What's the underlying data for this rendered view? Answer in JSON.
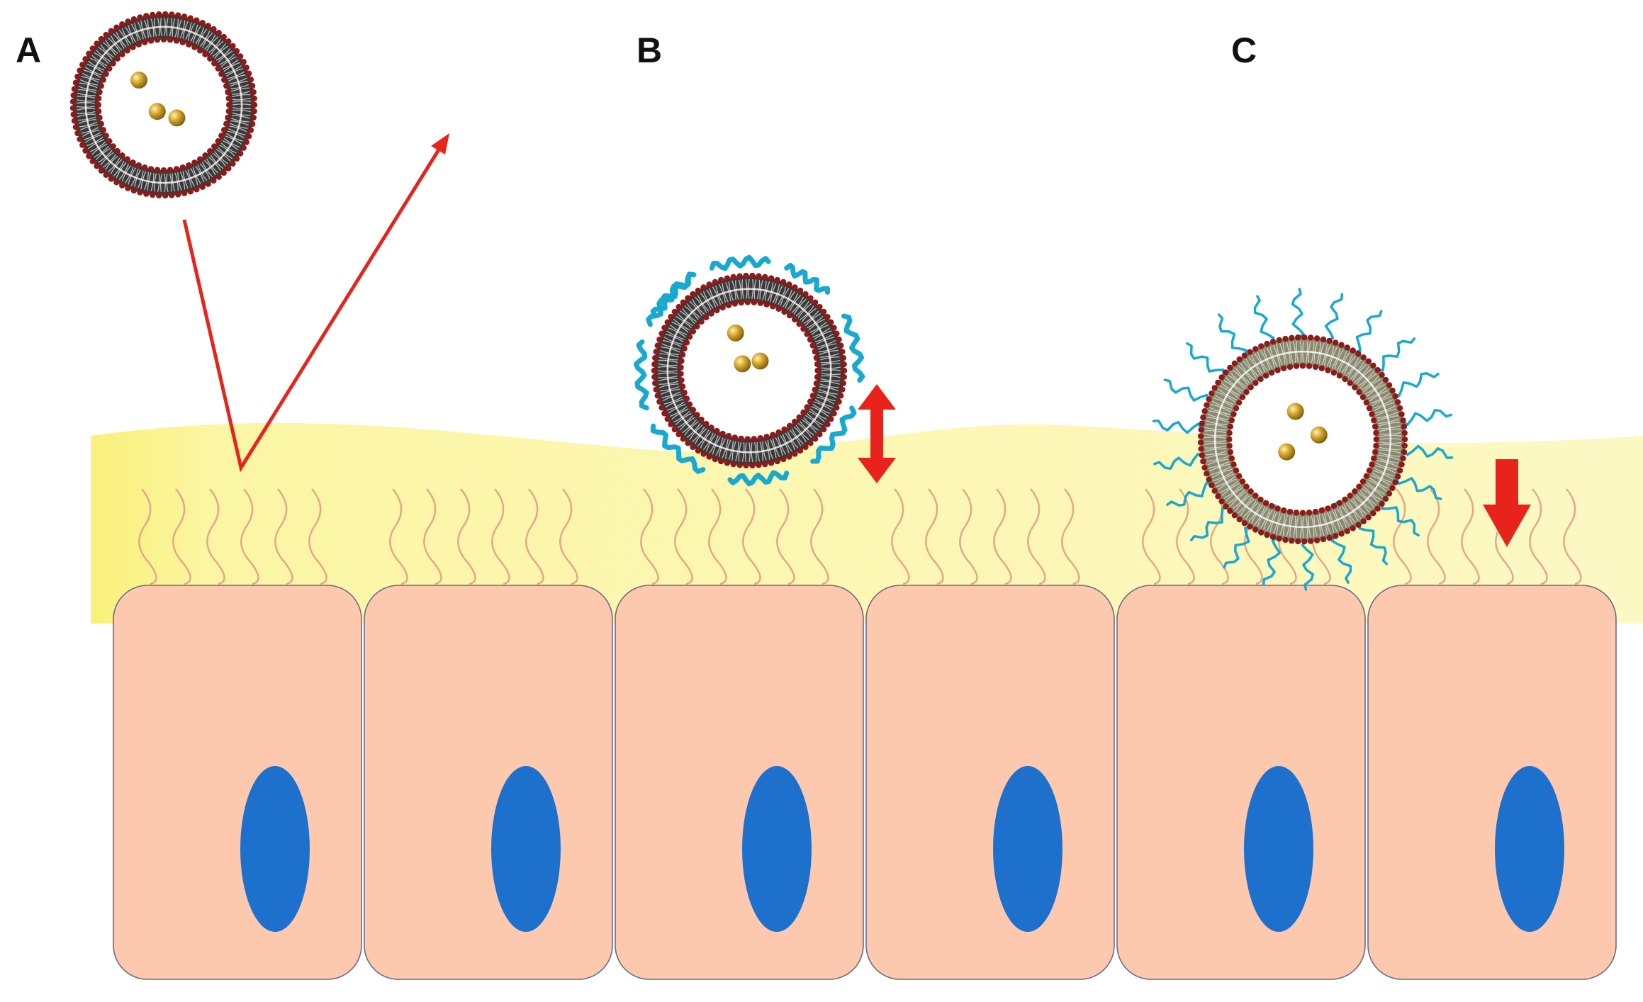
{
  "panels": [
    {
      "id": "A",
      "label": "A"
    },
    {
      "id": "B",
      "label": "B"
    },
    {
      "id": "C",
      "label": "C"
    }
  ],
  "cell_count": 6,
  "colors": {
    "mucus": "#fbf6a4",
    "mucus_edge": "#f6ee7a",
    "cell": "#fdc9ae",
    "cell_border": "#6e6a86",
    "nucleus": "#1d71cc",
    "mucin_fiber": "#e8a486",
    "lipid_head": "#8c1b1b",
    "lipid_tail": "#3a3a3a",
    "bilayer_gap": "#ffffff",
    "lipid_tail_C": "#8a8a6e",
    "payload": "#c9a02a",
    "coating": "#19a8cf",
    "arrow": "#e8231b"
  },
  "icons": {
    "liposome": "liposome-icon",
    "drug_particle": "drug-particle-icon",
    "polymer_coating": "polymer-coating-icon",
    "peg_chain": "peg-chain-icon",
    "reflect_arrow": "reflection-arrow-icon",
    "bidirectional_arrow": "double-headed-arrow-icon",
    "down_arrow": "down-arrow-icon"
  }
}
